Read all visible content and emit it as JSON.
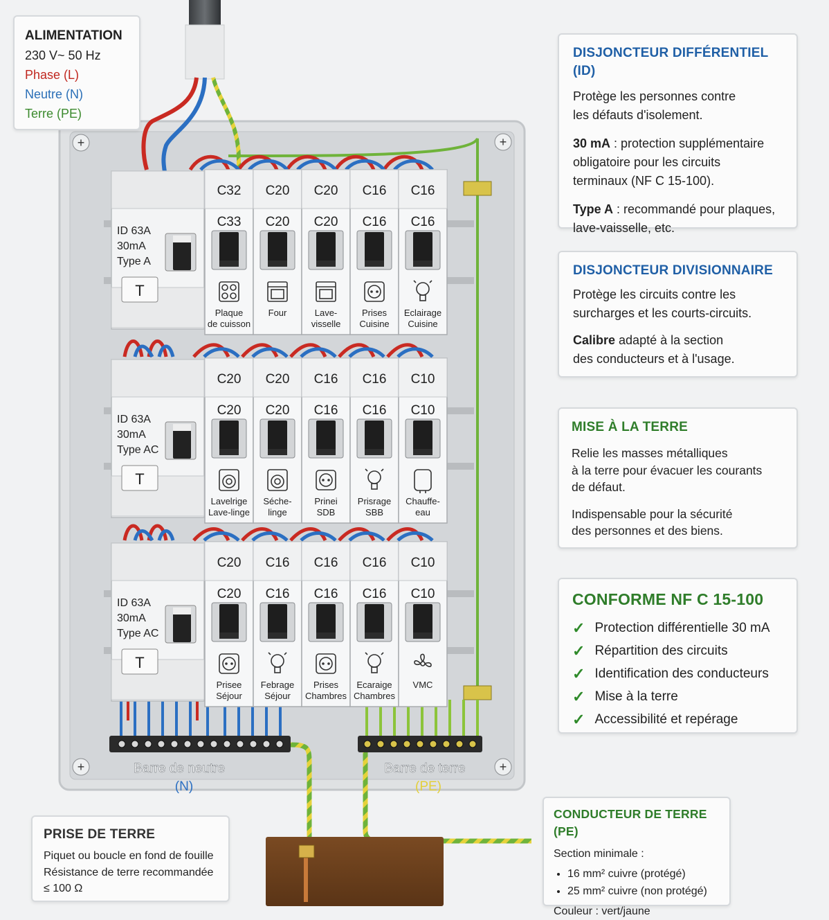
{
  "supply": {
    "title": "ALIMENTATION",
    "voltage": "230 V~ 50 Hz",
    "phase": "Phase (L)",
    "neutral": "Neutre (N)",
    "earth": "Terre (PE)"
  },
  "rows": [
    {
      "id_label": [
        "ID 63A",
        "30mA",
        "Type A"
      ],
      "test_label": "T",
      "breakers": [
        {
          "top": "C32",
          "rating": "C33",
          "icon": "hob-icon",
          "label": [
            "Plaque",
            "de cuisson"
          ]
        },
        {
          "top": "C20",
          "rating": "C20",
          "icon": "oven-icon",
          "label": [
            "Four",
            ""
          ]
        },
        {
          "top": "C20",
          "rating": "C20",
          "icon": "dishwasher-icon",
          "label": [
            "Lave-",
            "visselle"
          ]
        },
        {
          "top": "C16",
          "rating": "C16",
          "icon": "socket-icon",
          "label": [
            "Prises",
            "Cuisine"
          ]
        },
        {
          "top": "C16",
          "rating": "C16",
          "icon": "bulb-icon",
          "label": [
            "Eclairage",
            "Cuisine"
          ]
        }
      ]
    },
    {
      "id_label": [
        "ID 63A",
        "30mA",
        "Type AC"
      ],
      "test_label": "T",
      "breakers": [
        {
          "top": "C20",
          "rating": "C20",
          "icon": "washer-icon",
          "label": [
            "Lavelrige",
            "Lave-linge"
          ]
        },
        {
          "top": "C20",
          "rating": "C20",
          "icon": "dryer-icon",
          "label": [
            "Séche-",
            "linge"
          ]
        },
        {
          "top": "C16",
          "rating": "C16",
          "icon": "socket-icon",
          "label": [
            "Prinei",
            "SDB"
          ]
        },
        {
          "top": "C16",
          "rating": "C16",
          "icon": "bulb-icon",
          "label": [
            "Prisrage",
            "SBB"
          ]
        },
        {
          "top": "C10",
          "rating": "C10",
          "icon": "water-heater-icon",
          "label": [
            "Chauffe-",
            "eau"
          ]
        }
      ]
    },
    {
      "id_label": [
        "ID 63A",
        "30mA",
        "Type AC"
      ],
      "test_label": "T",
      "breakers": [
        {
          "top": "C20",
          "rating": "C20",
          "icon": "socket-icon",
          "label": [
            "Prisee",
            "Séjour"
          ]
        },
        {
          "top": "C16",
          "rating": "C16",
          "icon": "bulb-icon",
          "label": [
            "Febrage",
            "Séjour"
          ]
        },
        {
          "top": "C16",
          "rating": "C16",
          "icon": "socket-icon",
          "label": [
            "Prises",
            "Chambres"
          ]
        },
        {
          "top": "C16",
          "rating": "C16",
          "icon": "bulb-icon",
          "label": [
            "Ecaraige",
            "Chambres"
          ]
        },
        {
          "top": "C10",
          "rating": "C10",
          "icon": "fan-icon",
          "label": [
            "VMC",
            ""
          ]
        }
      ]
    }
  ],
  "bars": {
    "neutral_label": "Barre de neutre",
    "neutral_sub": "(N)",
    "earth_label": "Barre de terre",
    "earth_sub": "(PE)"
  },
  "cards": {
    "id": {
      "title": "DISJONCTEUR DIFFÉRENTIEL (ID)",
      "p1_l1": "Protège les personnes contre",
      "p1_l2": "les défauts d'isolement.",
      "p2_bold": "30 mA",
      "p2_l1": " : protection supplémentaire",
      "p2_l2": "obligatoire pour les circuits",
      "p2_l3": "terminaux (NF C 15-100).",
      "p3_bold": "Type A",
      "p3_l1": " : recommandé pour plaques,",
      "p3_l2": "lave-vaisselle, etc."
    },
    "div": {
      "title": "DISJONCTEUR DIVISIONNAIRE",
      "p1_l1": "Protège les circuits contre les",
      "p1_l2": "surcharges et les courts-circuits.",
      "p2_bold": "Calibre",
      "p2_l1": " adapté à la section",
      "p2_l2": "des conducteurs et à l'usage."
    },
    "earth": {
      "title": "MISE À LA TERRE",
      "p1_l1": "Relie les masses métalliques",
      "p1_l2": "à la terre pour évacuer les courants",
      "p1_l3": "de défaut.",
      "p2_l1": "Indispensable pour la sécurité",
      "p2_l2": "des personnes et des biens."
    },
    "norm": {
      "title": "CONFORME NF C 15-100",
      "items": [
        "Protection différentielle 30 mA",
        "Répartition des circuits",
        "Identification des conducteurs",
        "Mise à la terre",
        "Accessibilité et repérage"
      ]
    },
    "ground": {
      "title": "PRISE DE TERRE",
      "l1": "Piquet ou boucle en fond de fouille",
      "l2": "Résistance de terre recommandée",
      "l3": "≤ 100 Ω"
    },
    "pe": {
      "title": "CONDUCTEUR DE TERRE (PE)",
      "intro": "Section minimale :",
      "items": [
        "16 mm² cuivre (protégé)",
        "25 mm² cuivre (non protégé)"
      ],
      "color": "Couleur : vert/jaune"
    }
  }
}
